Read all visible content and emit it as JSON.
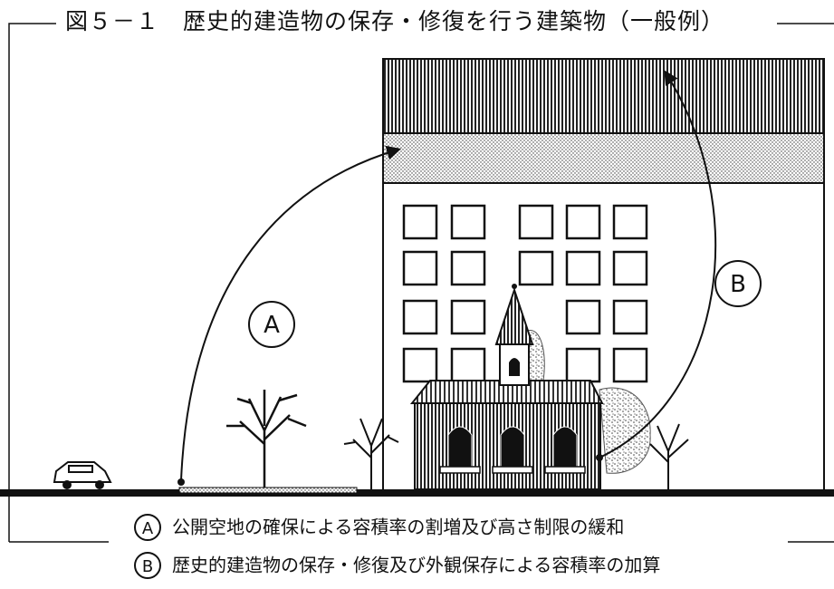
{
  "figure": {
    "title": "図５－１　歴史的建造物の保存・修復を行う建築物（一般例）"
  },
  "callouts": {
    "a": "A",
    "b": "B"
  },
  "legend": {
    "a": {
      "marker": "A",
      "text": "公開空地の確保による容積率の割増及び高さ制限の緩和"
    },
    "b": {
      "marker": "B",
      "text": "歴史的建造物の保存・修復及び外観保存による容積率の加算"
    }
  }
}
